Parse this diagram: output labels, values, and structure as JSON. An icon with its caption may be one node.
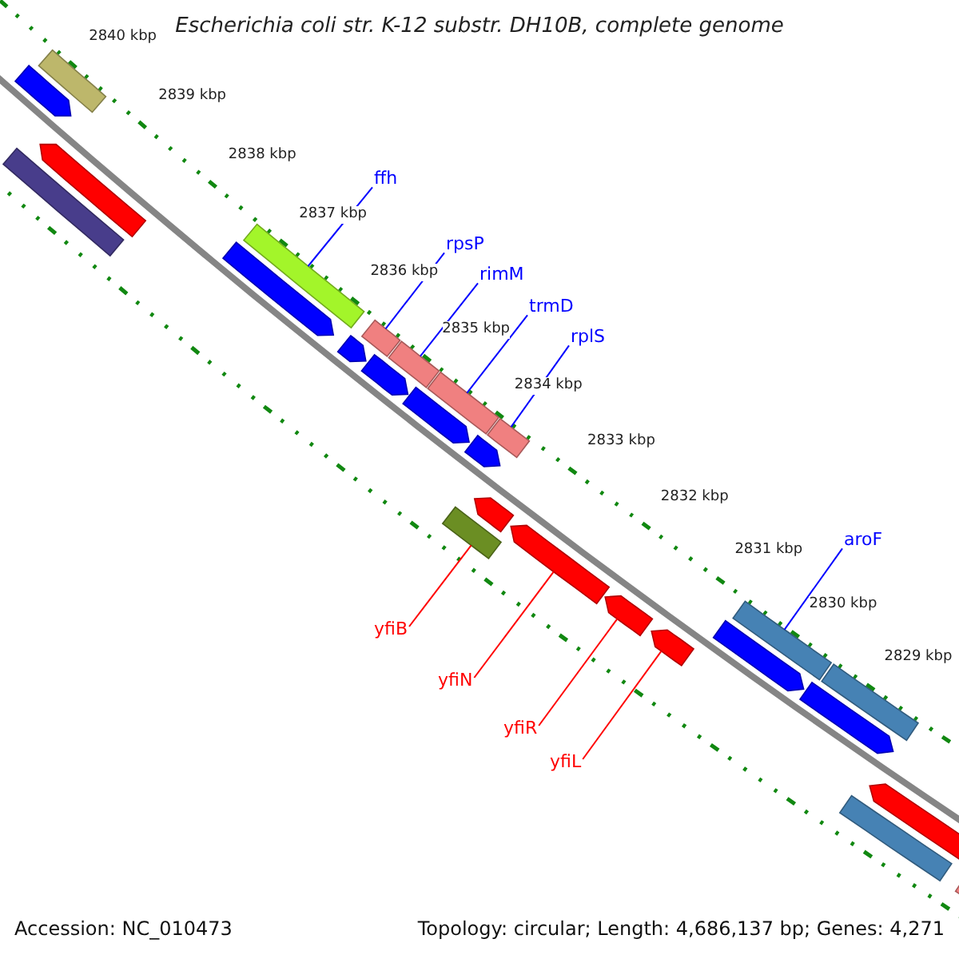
{
  "diagram": {
    "title": "Escherichia coli str. K-12 substr. DH10B, complete genome",
    "nodes": [
      {
        "text": [
          "ffh"
        ]
      },
      {
        "text": [
          "rpsP"
        ]
      },
      {
        "text": [
          "rimM"
        ]
      },
      {
        "text": [
          "trmD"
        ]
      },
      {
        "text": [
          "rplS"
        ]
      },
      {
        "text": [
          "aroF"
        ]
      },
      {
        "text": [
          "yfiB"
        ]
      },
      {
        "text": [
          "yfiN"
        ]
      },
      {
        "text": [
          "yfiR"
        ]
      },
      {
        "text": [
          "yfiL"
        ]
      },
      {
        "text": [],
        "shape": "bar"
      },
      {
        "text": [],
        "shape": "bar"
      },
      {
        "text": [],
        "shape": "bar"
      },
      {
        "text": [],
        "shape": "bar"
      },
      {
        "text": [],
        "shape": "bar"
      },
      {
        "text": [],
        "shape": "bar"
      },
      {
        "text": [],
        "shape": "bar"
      },
      {
        "text": [],
        "shape": "arrow"
      },
      {
        "text": [],
        "shape": "arrow"
      },
      {
        "text": [],
        "shape": "arrow"
      },
      {
        "text": [],
        "shape": "bar"
      },
      {
        "text": [],
        "shape": "arrow"
      },
      {
        "text": [],
        "shape": "bar"
      },
      {
        "text": [],
        "shape": "arrow"
      },
      {
        "text": [],
        "shape": "arrow"
      },
      {
        "text": [],
        "shape": "arrow"
      },
      {
        "text": [],
        "shape": "arrow"
      },
      {
        "text": [],
        "shape": "arrow"
      },
      {
        "text": [],
        "shape": "arrow"
      },
      {
        "text": [],
        "shape": "arrow"
      },
      {
        "text": [],
        "shape": "arrow"
      },
      {
        "text": [],
        "shape": "arrow"
      },
      {
        "text": [],
        "shape": "bar"
      },
      {
        "text": [],
        "shape": "arrow"
      },
      {
        "text": [],
        "shape": "bar"
      },
      {
        "text": [],
        "shape": "bar"
      }
    ],
    "edges": [
      {
        "from": 0,
        "to": 10,
        "arrow": "none"
      },
      {
        "from": 1,
        "to": 11,
        "arrow": "none"
      },
      {
        "from": 2,
        "to": 12,
        "arrow": "none"
      },
      {
        "from": 3,
        "to": 13,
        "arrow": "none"
      },
      {
        "from": 4,
        "to": 14,
        "arrow": "none"
      },
      {
        "from": 5,
        "to": 15,
        "arrow": "none"
      },
      {
        "from": 6,
        "to": 16,
        "arrow": "none",
        "color": "#ff0000"
      },
      {
        "from": 7,
        "to": 17,
        "arrow": "none",
        "color": "#ff0000"
      },
      {
        "from": 8,
        "to": 18,
        "arrow": "none",
        "color": "#ff0000"
      },
      {
        "from": 9,
        "to": 19,
        "arrow": "none",
        "color": "#ff0000"
      }
    ],
    "labels": [
      "2840 kbp",
      "2839 kbp",
      "2838 kbp",
      "2837 kbp",
      "2836 kbp",
      "2835 kbp",
      "2834 kbp",
      "2833 kbp",
      "2832 kbp",
      "2831 kbp",
      "2830 kbp",
      "2829 kbp",
      "Accession: NC_010473",
      "Topology: circular; Length: 4,686,137 bp; Genes: 4,271"
    ]
  }
}
